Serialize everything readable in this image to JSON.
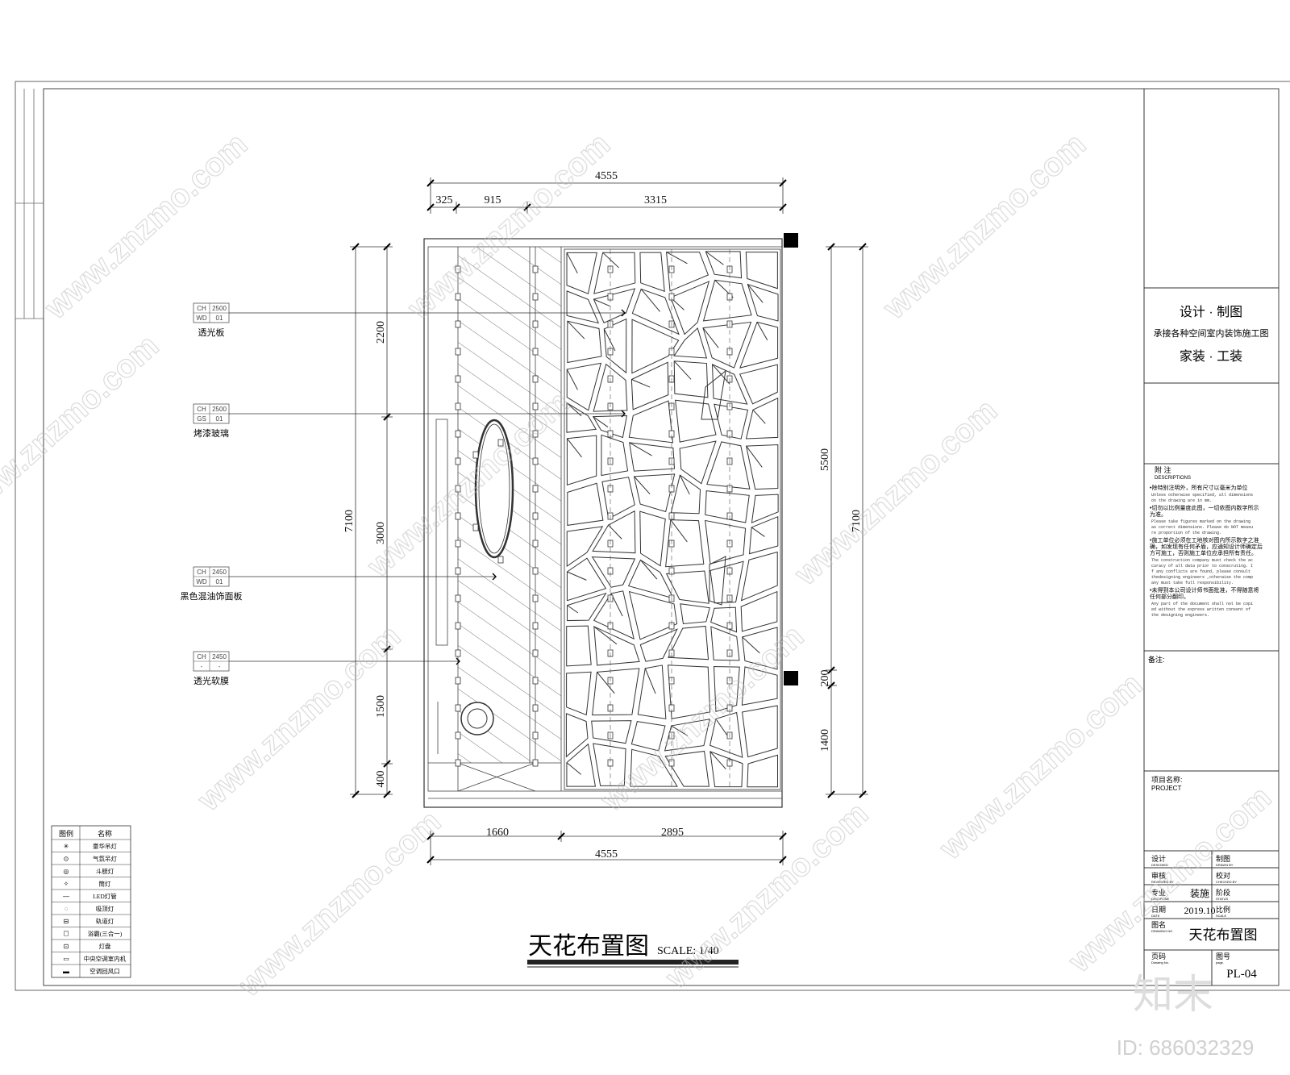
{
  "drawing": {
    "title": "天花布置图",
    "scale": "SCALE: 1/40"
  },
  "dimensions": {
    "top_total": "4555",
    "top_segments": [
      "325",
      "915",
      "3315"
    ],
    "bottom_segments": [
      "1660",
      "2895"
    ],
    "bottom_total": "4555",
    "left_total": "7100",
    "left_segments": [
      "2200",
      "3000",
      "1500",
      "400"
    ],
    "right_total": "7100",
    "right_segments": [
      "5500",
      "200",
      "1400"
    ]
  },
  "callouts": [
    {
      "ch": "CH",
      "ch_value": "2500",
      "code": "WD",
      "code_value": "01",
      "label": "透光板"
    },
    {
      "ch": "CH",
      "ch_value": "2500",
      "code": "GS",
      "code_value": "01",
      "label": "烤漆玻璃"
    },
    {
      "ch": "CH",
      "ch_value": "2450",
      "code": "WD",
      "code_value": "01",
      "label": "黑色混油饰面板"
    },
    {
      "ch": "CH",
      "ch_value": "2450",
      "code": "-",
      "code_value": "-",
      "label": "透光软膜"
    }
  ],
  "legend": {
    "header": [
      "图例",
      "名称"
    ],
    "rows": [
      "豪华吊灯",
      "气氛吊灯",
      "斗胆灯",
      "筒灯",
      "LED灯管",
      "吸顶灯",
      "轨道灯",
      "浴霸(三合一)",
      "灯盘",
      "中央空调室内机",
      "空调回风口"
    ]
  },
  "title_block": {
    "company_line1": "设计 · 制图",
    "company_line2": "承接各种空间室内装饰施工图",
    "company_line3": "家装 · 工装",
    "notes_title": "附 注",
    "notes_title_en": "DESCRIPTIONS",
    "notes": [
      {
        "cn": "•除特别注明外，所有尺寸以毫米为单位",
        "en": "Unless otherwise specified, all dimensions on the drawing are in mm."
      },
      {
        "cn": "•切勿以比例量度此图，一切依图内数字所示为准。",
        "en": "Please take figures marked on the drawing as correct dimensions. Please do NOT measure proportion of the drawing."
      },
      {
        "cn": "•施工单位必须在工地核对图内所示数字之准确，如发现有任何矛盾，应通知设计师确定后方可施工，否则施工单位应承担所有责任。",
        "en": "The construction company must check the accuracy of all data prior to conscruting. If any conflicts are found, please consult thedesigning engineers ,otherwise the company must take full responsibility."
      },
      {
        "cn": "•未得到本公司设计师书面批准，不得随意将任何部分翻印。",
        "en": "Any part of the document shall not be copied without the express written consent of the designing engineers."
      }
    ],
    "remarks_label": "备注:",
    "project_label": "项目名称:",
    "project_label_en": "PROJECT",
    "rows": [
      {
        "l1": "设计",
        "l1_en": "DESIGNED",
        "v1": "",
        "l2": "制图",
        "l2_en": "DRAWN BY",
        "v2": ""
      },
      {
        "l1": "审核",
        "l1_en": "REVIEWED BY",
        "v1": "",
        "l2": "校对",
        "l2_en": "CHECKED BY",
        "v2": ""
      },
      {
        "l1": "专业",
        "l1_en": "DISCIPLINE",
        "v1": "装施",
        "l2": "阶段",
        "l2_en": "STATUS",
        "v2": ""
      },
      {
        "l1": "日期",
        "l1_en": "DATE",
        "v1": "2019.10",
        "l2": "比例",
        "l2_en": "SCALE",
        "v2": ""
      }
    ],
    "drawing_name_label": "图名",
    "drawing_name_label_en": "DRAWING NO",
    "drawing_name": "天花布置图",
    "page_code_label": "页码",
    "page_code_label_en": "Drawing No.",
    "page_no_label": "图号",
    "page_no_label_en": "page.",
    "page_no": "PL-04"
  },
  "watermark": {
    "text": "www.znzmo.com",
    "logo": "知末",
    "id": "ID: 686032329"
  }
}
